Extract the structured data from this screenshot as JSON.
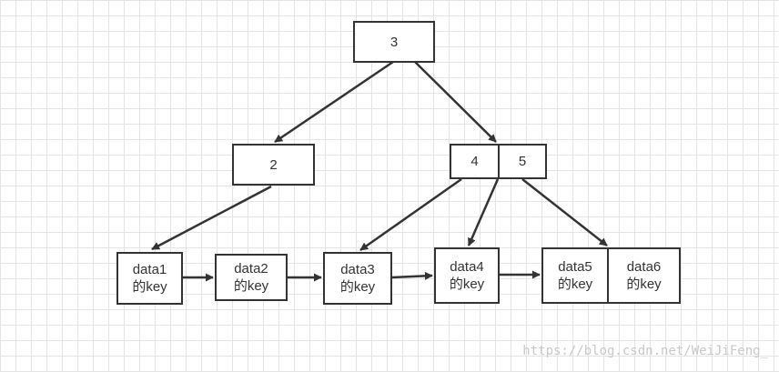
{
  "diagram": {
    "type": "b-plus-tree",
    "nodes": {
      "root": "3",
      "mid_left": "2",
      "mid_right_a": "4",
      "mid_right_b": "5",
      "leaf1": "data1\n的key",
      "leaf2": "data2\n的key",
      "leaf3": "data3\n的key",
      "leaf4": "data4\n的key",
      "leaf5": "data5\n的key",
      "leaf6": "data6\n的key"
    },
    "edges": [
      [
        "root",
        "mid_left"
      ],
      [
        "root",
        "mid_right"
      ],
      [
        "mid_left",
        "leaf1"
      ],
      [
        "mid_right_a",
        "leaf3"
      ],
      [
        "mid_right_split",
        "leaf4"
      ],
      [
        "mid_right_b",
        "leaf5"
      ],
      [
        "leaf1",
        "leaf2"
      ],
      [
        "leaf2",
        "leaf3"
      ],
      [
        "leaf3",
        "leaf4"
      ],
      [
        "leaf4",
        "leaf5"
      ]
    ],
    "colors": {
      "stroke": "#333333",
      "grid": "#e4e4e4",
      "watermark": "#c8c8c8"
    }
  },
  "watermark": "https://blog.csdn.net/WeiJiFeng_"
}
